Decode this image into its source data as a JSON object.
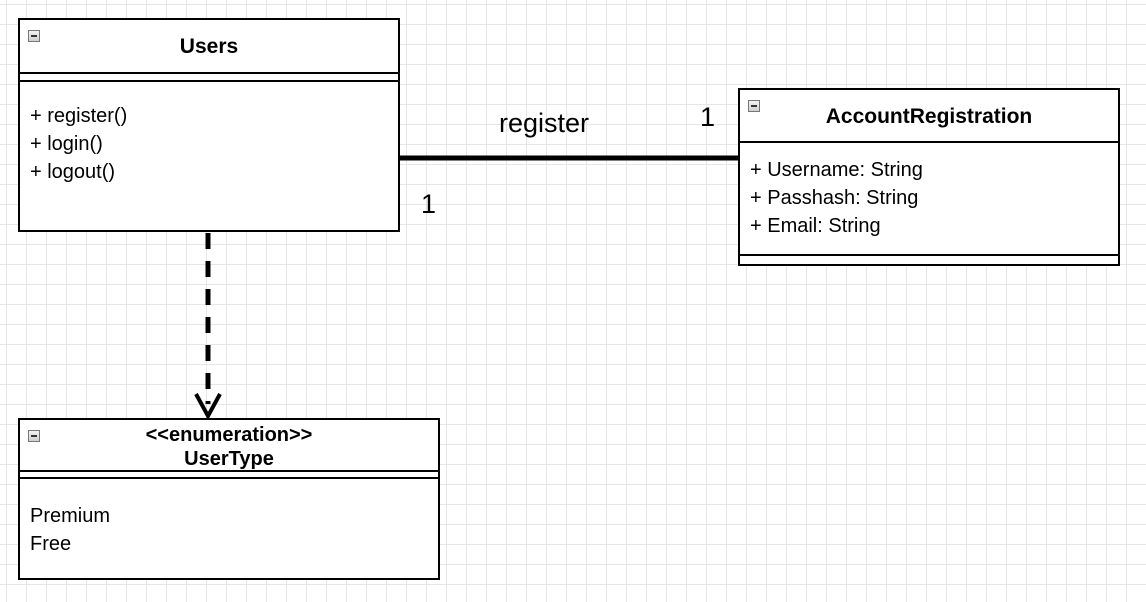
{
  "diagram": {
    "classes": {
      "users": {
        "name": "Users",
        "stereotype": "",
        "attributes": [],
        "methods": [
          "+ register()",
          "+ login()",
          "+ logout()"
        ]
      },
      "account_registration": {
        "name": "AccountRegistration",
        "stereotype": "",
        "attributes": [
          "+ Username: String",
          "+ Passhash: String",
          "+ Email: String"
        ],
        "methods": []
      },
      "user_type": {
        "name": "UserType",
        "stereotype": "<<enumeration>>",
        "literals": [
          "Premium",
          "Free"
        ]
      }
    },
    "association": {
      "from": "Users",
      "to": "AccountRegistration",
      "label": "register",
      "multiplicity_source": "1",
      "multiplicity_target": "1"
    },
    "dependency": {
      "from": "Users",
      "to": "UserType",
      "style": "dashed",
      "arrowhead": "open"
    },
    "colors": {
      "line": "#000000",
      "grid": "#e6e6e6",
      "background": "#ffffff"
    }
  }
}
